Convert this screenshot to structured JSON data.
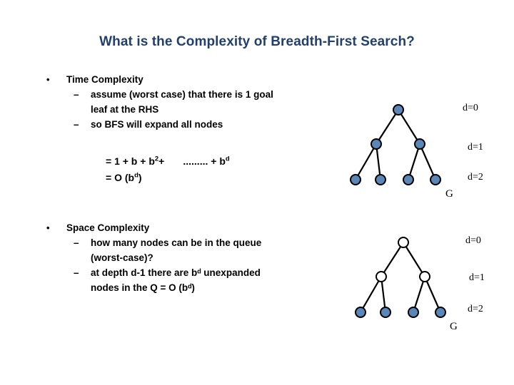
{
  "slide": {
    "title": "What is the Complexity of Breadth-First Search?",
    "title_color": "#22406e",
    "background": "#ffffff"
  },
  "content": {
    "bullets": [
      {
        "marker": "•",
        "heading": "Time Complexity",
        "sub_items": [
          {
            "marker": "–",
            "lines": [
              "assume (worst case) that there is 1 goal",
              "leaf at the RHS"
            ]
          },
          {
            "marker": "–",
            "lines": [
              "so BFS will expand all nodes"
            ]
          }
        ]
      },
      {
        "marker": "•",
        "heading": "Space Complexity",
        "sub_items": [
          {
            "marker": "–",
            "lines": [
              "how many nodes can be in the queue",
              "(worst-case)?"
            ]
          },
          {
            "marker": "–",
            "lines": [
              "at depth d-1  there are bᵈ unexpanded",
              "nodes in the Q  = O (bᵈ)"
            ]
          }
        ]
      }
    ]
  },
  "formula": {
    "line1_prefix": "= 1 + b + b",
    "line1_sup1": "2",
    "line1_mid": "+",
    "line1_dots": "......... + b",
    "line1_sup2": "d",
    "line2_prefix": "= O (b",
    "line2_sup": "d",
    "line2_suffix": ")"
  },
  "trees": [
    {
      "name": "time-complexity-tree",
      "node_fill_filled": "#5b87b8",
      "node_fill_empty": "#ffffff",
      "node_stroke": "#000000",
      "edge_color": "#000000",
      "nodes": [
        {
          "id": "root",
          "depth": 0,
          "filled": true
        },
        {
          "id": "n1",
          "depth": 1,
          "filled": true
        },
        {
          "id": "n2",
          "depth": 1,
          "filled": true
        },
        {
          "id": "l1",
          "depth": 2,
          "filled": true
        },
        {
          "id": "l2",
          "depth": 2,
          "filled": true
        },
        {
          "id": "l3",
          "depth": 2,
          "filled": true
        },
        {
          "id": "l4",
          "depth": 2,
          "filled": true
        }
      ],
      "depth_labels": [
        "d=0",
        "d=1",
        "d=2"
      ],
      "goal_label": "G"
    },
    {
      "name": "space-complexity-tree",
      "node_fill_filled": "#5b87b8",
      "node_fill_empty": "#ffffff",
      "node_stroke": "#000000",
      "edge_color": "#000000",
      "nodes": [
        {
          "id": "root",
          "depth": 0,
          "filled": false
        },
        {
          "id": "n1",
          "depth": 1,
          "filled": false
        },
        {
          "id": "n2",
          "depth": 1,
          "filled": false
        },
        {
          "id": "l1",
          "depth": 2,
          "filled": true
        },
        {
          "id": "l2",
          "depth": 2,
          "filled": true
        },
        {
          "id": "l3",
          "depth": 2,
          "filled": true
        },
        {
          "id": "l4",
          "depth": 2,
          "filled": true
        }
      ],
      "depth_labels": [
        "d=0",
        "d=1",
        "d=2"
      ],
      "goal_label": "G"
    }
  ]
}
